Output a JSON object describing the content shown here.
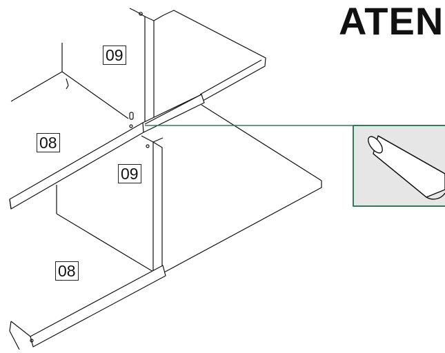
{
  "heading": "ATEN",
  "part_labels": {
    "shelf_upper_side": "09",
    "shelf_upper": "08",
    "shelf_lower_side": "09",
    "shelf_lower": "08"
  },
  "colors": {
    "line": "#111111",
    "callout": "#2f7a5a",
    "callout_fill": "#e6e6e6"
  }
}
